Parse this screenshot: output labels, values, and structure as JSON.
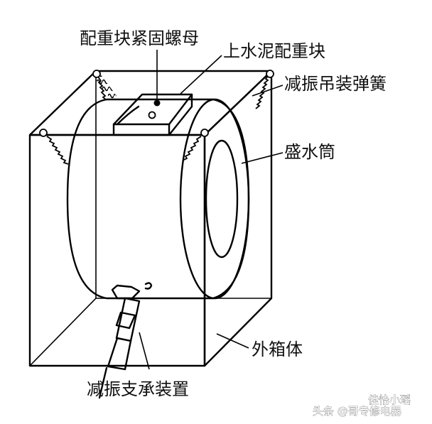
{
  "labels": {
    "counterweight_nut": "配重块紧固螺母",
    "cement_counterweight": "上水泥配重块",
    "suspension_spring": "减振吊装弹簧",
    "water_tub": "盛水筒",
    "outer_cabinet": "外箱体",
    "damping_support": "减振支承装置"
  },
  "watermark": {
    "text": "头条 @哥专修电器",
    "overlay": "佳怡小瑶"
  },
  "colors": {
    "line": "#000000",
    "text": "#111111",
    "background": "#ffffff"
  }
}
